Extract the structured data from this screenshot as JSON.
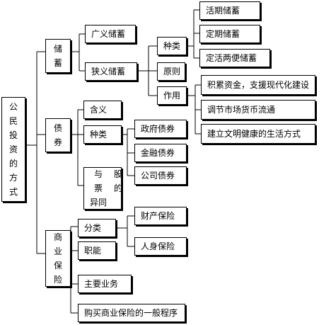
{
  "root": [
    "公",
    "民",
    "投",
    "资",
    "的",
    "方",
    "式"
  ],
  "savings": {
    "title": [
      "储",
      "蓄"
    ],
    "broad": "广义储蓄",
    "narrow": "狭义储蓄",
    "types": {
      "label": "种类",
      "items": [
        "活期储蓄",
        "定期储蓄",
        "定活两便储蓄"
      ]
    },
    "principle": "原则",
    "roles": {
      "label": "作用",
      "items": [
        "积累资金，支援现代化建设",
        "调节市场货币流通",
        "建立文明健康的生活方式"
      ]
    }
  },
  "bonds": {
    "title": [
      "债",
      "券"
    ],
    "meaning": "含义",
    "types": {
      "label": "种类",
      "items": [
        "政府债券",
        "金融债券",
        "公司债券"
      ]
    },
    "compare": [
      "与",
      "股",
      "票",
      "的",
      "异同",
      ""
    ]
  },
  "insurance": {
    "title": [
      "商",
      "业",
      "保",
      "险"
    ],
    "types": {
      "label": "分类",
      "items": [
        "财产保险",
        "人身保险"
      ]
    },
    "function": "职能",
    "business": "主要业务",
    "procedure": "购买商业保险的一般程序"
  }
}
